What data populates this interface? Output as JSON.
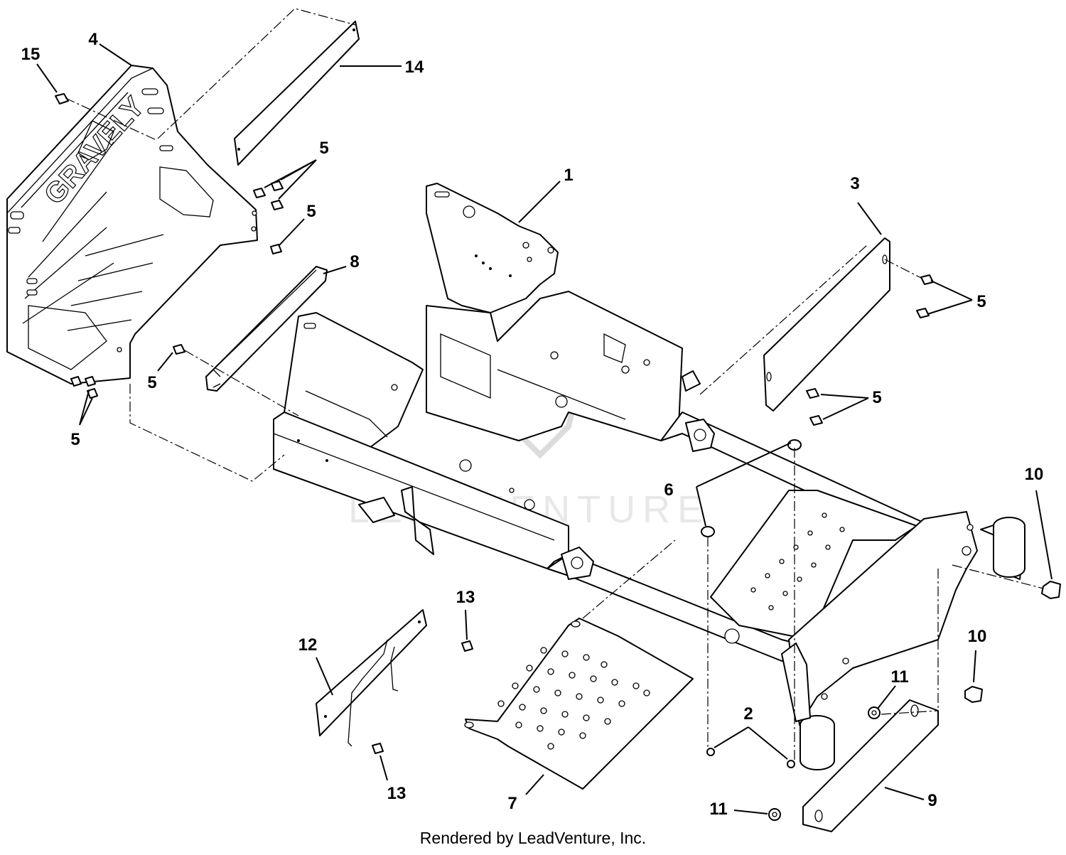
{
  "diagram": {
    "watermark": "LEADVENTURE",
    "credit": "Rendered by LeadVenture, Inc.",
    "callouts": [
      "1",
      "2",
      "3",
      "4",
      "5",
      "5",
      "5",
      "5",
      "5",
      "5",
      "6",
      "7",
      "8",
      "9",
      "10",
      "10",
      "11",
      "11",
      "12",
      "13",
      "13",
      "14",
      "15"
    ]
  }
}
